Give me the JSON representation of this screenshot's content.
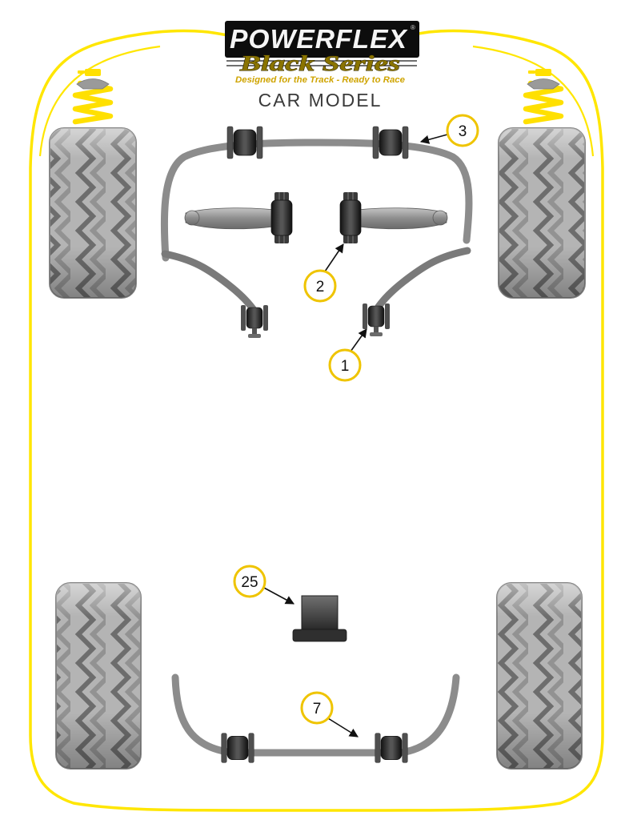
{
  "title": "CAR MODEL",
  "logo": {
    "brand": "POWERFLEX",
    "registered": "®",
    "series": "Black Series",
    "tagline": "Designed for the Track - Ready to Race"
  },
  "callouts": [
    {
      "label": "3"
    },
    {
      "label": "2"
    },
    {
      "label": "1"
    },
    {
      "label": "25"
    },
    {
      "label": "7"
    }
  ],
  "colors": {
    "body_outline": "#FFE600",
    "spring": "#FFE000",
    "callout_ring": "#EFC400",
    "logo_bg": "#0D0D0D",
    "brand_text": "#F5F5F5",
    "series_text": "#8A7400",
    "tagline_text": "#CFA400",
    "title_text": "#3A3A3A",
    "tire": "#B3B3B3",
    "tread": "#6F6F6F",
    "bar_gray": "#8C8C8C",
    "bushing_dark": "#1A1A1A"
  }
}
